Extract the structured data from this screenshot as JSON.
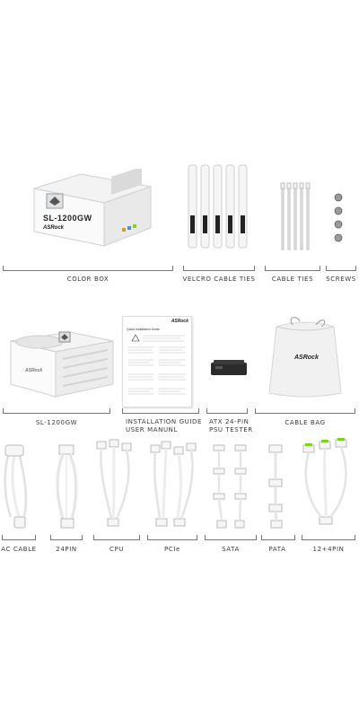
{
  "box": {
    "brand": "ASRock",
    "model": "SL-1200GW"
  },
  "psu": {
    "brand": "ASRock"
  },
  "guide": {
    "brand": "ASRock",
    "title": "Quick Installation Guide"
  },
  "bag": {
    "brand": "ASRock"
  },
  "labels": {
    "color_box": "COLOR BOX",
    "velcro": "VELCRO CABLE TIES",
    "cable_ties": "CABLE TIES",
    "screws": "SCREWS",
    "psu": "SL-1200GW",
    "guide_line1": "INSTALLATION GUIDE",
    "guide_line2": "USER MANUNL",
    "tester_line1": "ATX 24-PIN",
    "tester_line2": "PSU TESTER",
    "bag": "CABLE BAG",
    "ac": "AC CABLE",
    "pin24": "24PIN",
    "cpu": "CPU",
    "pcie": "PCIe",
    "sata": "SATA",
    "pata": "PATA",
    "pin12": "12+4PIN"
  },
  "colors": {
    "accent_green": "#7ed321",
    "cable_white": "#f4f4f4",
    "outline": "#c8c8c8"
  }
}
